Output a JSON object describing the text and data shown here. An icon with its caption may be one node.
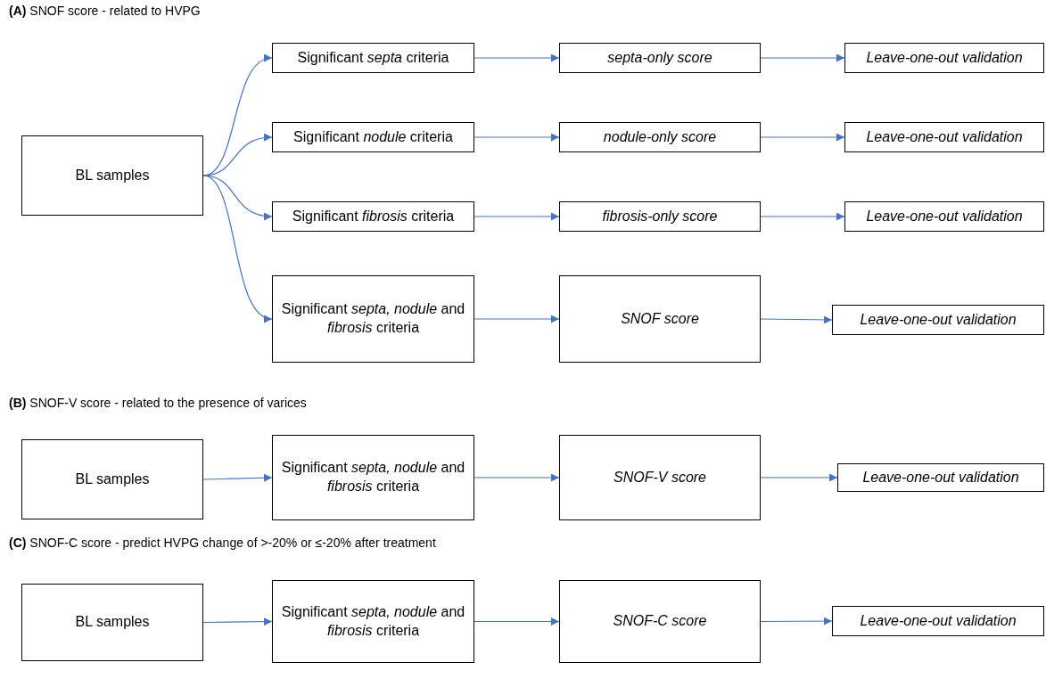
{
  "diagram": {
    "nodes": [
      {
        "text": [
          "BL samples"
        ]
      },
      {
        "text": [
          "Significant *septa* criteria"
        ]
      },
      {
        "text": [
          "septa-only score"
        ]
      },
      {
        "text": [
          "Leave-one-out validation"
        ]
      },
      {
        "text": [
          "Significant *nodule* criteria"
        ]
      },
      {
        "text": [
          "nodule-only score"
        ]
      },
      {
        "text": [
          "Leave-one-out validation"
        ]
      },
      {
        "text": [
          "Significant *fibrosis* criteria"
        ]
      },
      {
        "text": [
          "fibrosis-only score"
        ]
      },
      {
        "text": [
          "Leave-one-out validation"
        ]
      },
      {
        "text": [
          "Significant *septa, nodule* and *fibrosis* criteria"
        ]
      },
      {
        "text": [
          "SNOF score"
        ]
      },
      {
        "text": [
          "Leave-one-out validation"
        ]
      },
      {
        "text": [
          "BL samples"
        ]
      },
      {
        "text": [
          "Significant *septa, nodule* and *fibrosis* criteria"
        ]
      },
      {
        "text": [
          "SNOF-V score"
        ]
      },
      {
        "text": [
          "Leave-one-out validation"
        ]
      },
      {
        "text": [
          "BL samples"
        ]
      },
      {
        "text": [
          "Significant *septa, nodule* and *fibrosis* criteria"
        ]
      },
      {
        "text": [
          "SNOF-C score"
        ]
      },
      {
        "text": [
          "Leave-one-out validation"
        ]
      }
    ],
    "edges": [
      {
        "from": 0,
        "to": 1,
        "arrow": "to"
      },
      {
        "from": 0,
        "to": 4,
        "arrow": "to"
      },
      {
        "from": 0,
        "to": 7,
        "arrow": "to"
      },
      {
        "from": 0,
        "to": 10,
        "arrow": "to"
      },
      {
        "from": 1,
        "to": 2,
        "arrow": "to"
      },
      {
        "from": 2,
        "to": 3,
        "arrow": "to"
      },
      {
        "from": 4,
        "to": 5,
        "arrow": "to"
      },
      {
        "from": 5,
        "to": 6,
        "arrow": "to"
      },
      {
        "from": 7,
        "to": 8,
        "arrow": "to"
      },
      {
        "from": 8,
        "to": 9,
        "arrow": "to"
      },
      {
        "from": 10,
        "to": 11,
        "arrow": "to"
      },
      {
        "from": 11,
        "to": 12,
        "arrow": "to"
      },
      {
        "from": 13,
        "to": 14,
        "arrow": "to"
      },
      {
        "from": 14,
        "to": 15,
        "arrow": "to"
      },
      {
        "from": 15,
        "to": 16,
        "arrow": "to"
      },
      {
        "from": 17,
        "to": 18,
        "arrow": "to"
      },
      {
        "from": 18,
        "to": 19,
        "arrow": "to"
      },
      {
        "from": 19,
        "to": 20,
        "arrow": "to"
      }
    ],
    "labels": [
      "**(A)** SNOF score - related to HVPG",
      "**(B)** SNOF-V score - related to the presence of varices",
      "**(C)** SNOF-C score - predict HVPG change of >-20% or ≤-20% after treatment"
    ]
  }
}
